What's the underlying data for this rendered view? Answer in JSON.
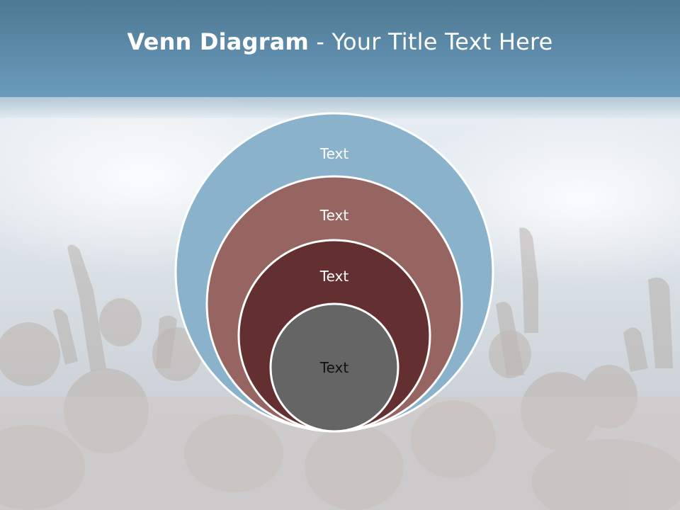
{
  "slide": {
    "title_bold": "Venn Diagram",
    "title_rest": " - Your Title Text Here"
  },
  "diagram": {
    "type": "nested-circles",
    "circles": [
      {
        "label": "Text",
        "fill": "#8ab2cb",
        "text_color": "#ffffff"
      },
      {
        "label": "Text",
        "fill": "#966461",
        "text_color": "#ffffff"
      },
      {
        "label": "Text",
        "fill": "#632f30",
        "text_color": "#ffffff"
      },
      {
        "label": "Text",
        "fill": "#656565",
        "text_color": "#111111"
      }
    ]
  },
  "colors": {
    "header": "#5b88a6",
    "outline": "#ffffff"
  }
}
